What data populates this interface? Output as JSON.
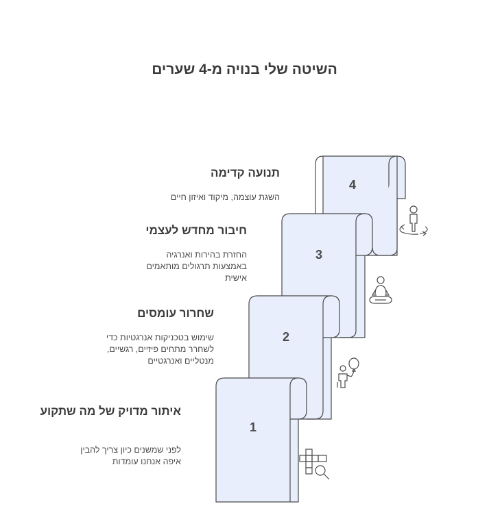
{
  "title": "השיטה שלי בנויה מ-4 שערים",
  "steps": [
    {
      "number": "1",
      "heading": "איתור מדויק של מה שתקוע",
      "lines": [
        "לפני שמשנים כיון צריך להבין",
        "איפה אנחנו עומדות"
      ],
      "icon": "puzzle-search-icon"
    },
    {
      "number": "2",
      "heading": "שחרור עומסים",
      "lines": [
        "שימוש בטכניקות אנרגטיות כדי",
        "לשחרר מתחים פיזיים, רגשיים,",
        "מנטליים ואנרגטיים"
      ],
      "icon": "person-balloon-icon"
    },
    {
      "number": "3",
      "heading": "חיבור מחדש לעצמי",
      "lines": [
        "החזרת בהירות ואנרגיה",
        "באמצעות תרגולים מותאמים",
        "אישית"
      ],
      "icon": "meditating-person-icon"
    },
    {
      "number": "4",
      "heading": "תנועה קדימה",
      "lines": [
        "השגת עוצמה, מיקוד ואיזון חיים"
      ],
      "icon": "person-moving-icon"
    }
  ],
  "colors": {
    "panel_fill": "#e8eefb",
    "stroke": "#4a4a4a",
    "text": "#3a3a3a"
  }
}
